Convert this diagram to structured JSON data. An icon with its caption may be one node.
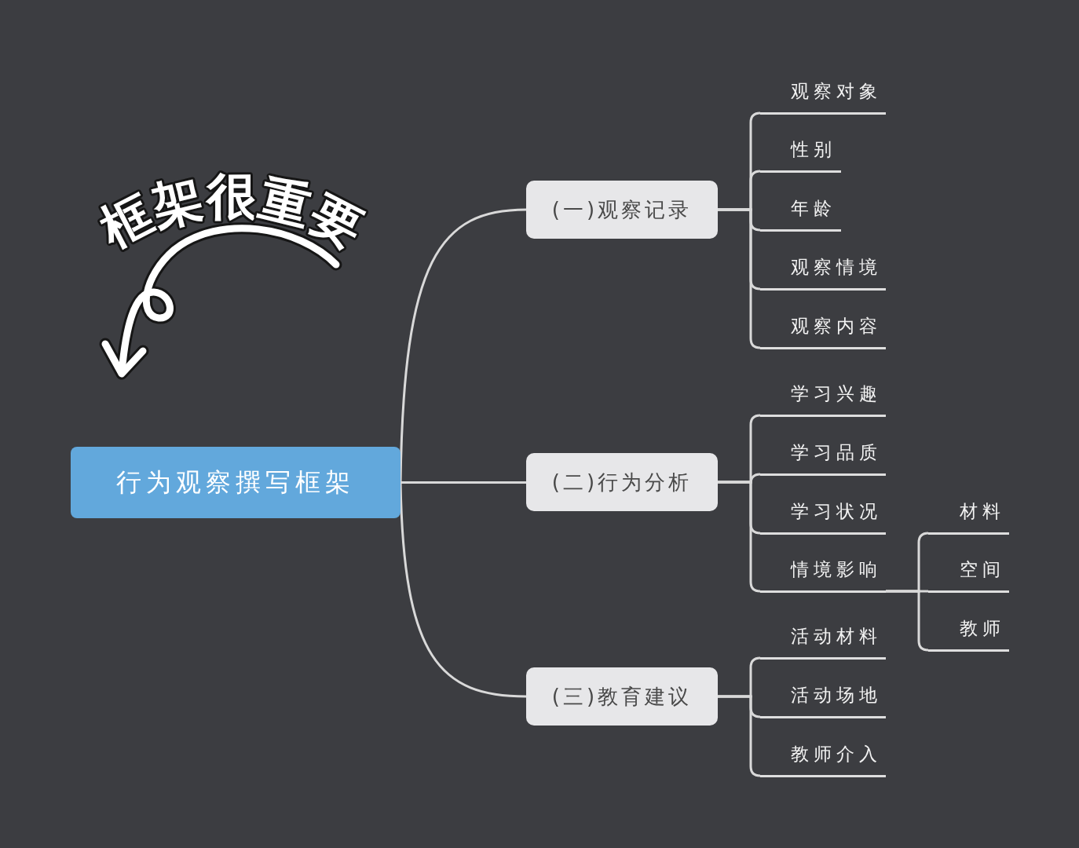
{
  "diagram": {
    "nodes": [
      {
        "text": [
          "行为观察撰写框架"
        ]
      },
      {
        "text": [
          "(一)观察记录"
        ]
      },
      {
        "text": [
          "观察对象"
        ]
      },
      {
        "text": [
          "性别"
        ]
      },
      {
        "text": [
          "年龄"
        ]
      },
      {
        "text": [
          "观察情境"
        ]
      },
      {
        "text": [
          "观察内容"
        ]
      },
      {
        "text": [
          "(二)行为分析"
        ]
      },
      {
        "text": [
          "学习兴趣"
        ]
      },
      {
        "text": [
          "学习品质"
        ]
      },
      {
        "text": [
          "学习状况"
        ]
      },
      {
        "text": [
          "情境影响"
        ]
      },
      {
        "text": [
          "材料"
        ]
      },
      {
        "text": [
          "空间"
        ]
      },
      {
        "text": [
          "教师"
        ]
      },
      {
        "text": [
          "(三)教育建议"
        ]
      },
      {
        "text": [
          "活动材料"
        ]
      },
      {
        "text": [
          "活动场地"
        ]
      },
      {
        "text": [
          "教师介入"
        ]
      }
    ],
    "edges": [
      {
        "from": 0,
        "to": 1,
        "arrow": "none"
      },
      {
        "from": 0,
        "to": 7,
        "arrow": "none"
      },
      {
        "from": 0,
        "to": 15,
        "arrow": "none"
      },
      {
        "from": 1,
        "to": 2,
        "arrow": "none"
      },
      {
        "from": 1,
        "to": 3,
        "arrow": "none"
      },
      {
        "from": 1,
        "to": 4,
        "arrow": "none"
      },
      {
        "from": 1,
        "to": 5,
        "arrow": "none"
      },
      {
        "from": 1,
        "to": 6,
        "arrow": "none"
      },
      {
        "from": 7,
        "to": 8,
        "arrow": "none"
      },
      {
        "from": 7,
        "to": 9,
        "arrow": "none"
      },
      {
        "from": 7,
        "to": 10,
        "arrow": "none"
      },
      {
        "from": 7,
        "to": 11,
        "arrow": "none"
      },
      {
        "from": 11,
        "to": 12,
        "arrow": "none"
      },
      {
        "from": 11,
        "to": 13,
        "arrow": "none"
      },
      {
        "from": 11,
        "to": 14,
        "arrow": "none"
      },
      {
        "from": 15,
        "to": 16,
        "arrow": "none"
      },
      {
        "from": 15,
        "to": 17,
        "arrow": "none"
      },
      {
        "from": 15,
        "to": 18,
        "arrow": "none"
      }
    ],
    "labels": [
      "框架很重要"
    ]
  }
}
